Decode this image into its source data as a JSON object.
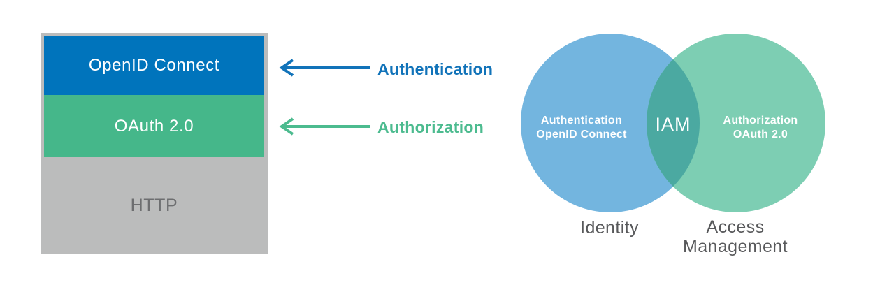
{
  "colors": {
    "stack_blue": "#0074bc",
    "stack_green": "#45b78a",
    "stack_gray": "#bbbcbc",
    "http_text_gray": "#6d6e70",
    "arrow_blue": "#1173b9",
    "arrow_green": "#4cbb8f",
    "circle_blue": "#73b5df",
    "circle_green": "#7dceb3",
    "overlap_teal": "#4ba9a1",
    "caption_gray": "#58595b",
    "white": "#ffffff"
  },
  "stack": {
    "layers": [
      {
        "label": "OpenID Connect",
        "color": "#0074bc"
      },
      {
        "label": "OAuth 2.0",
        "color": "#45b78a"
      },
      {
        "label": "HTTP",
        "color": "#bbbcbc"
      }
    ]
  },
  "arrows": [
    {
      "label": "Authentication",
      "color": "#1173b9"
    },
    {
      "label": "Authorization",
      "color": "#4cbb8f"
    }
  ],
  "venn": {
    "left_circle": {
      "line1": "Authentication",
      "line2": "OpenID Connect",
      "color": "#73b5df",
      "caption": "Identity"
    },
    "overlap": {
      "label": "IAM",
      "color": "#4ba9a1"
    },
    "right_circle": {
      "line1": "Authorization",
      "line2": "OAuth 2.0",
      "color": "#7dceb3",
      "caption_line1": "Access",
      "caption_line2": "Management"
    }
  }
}
